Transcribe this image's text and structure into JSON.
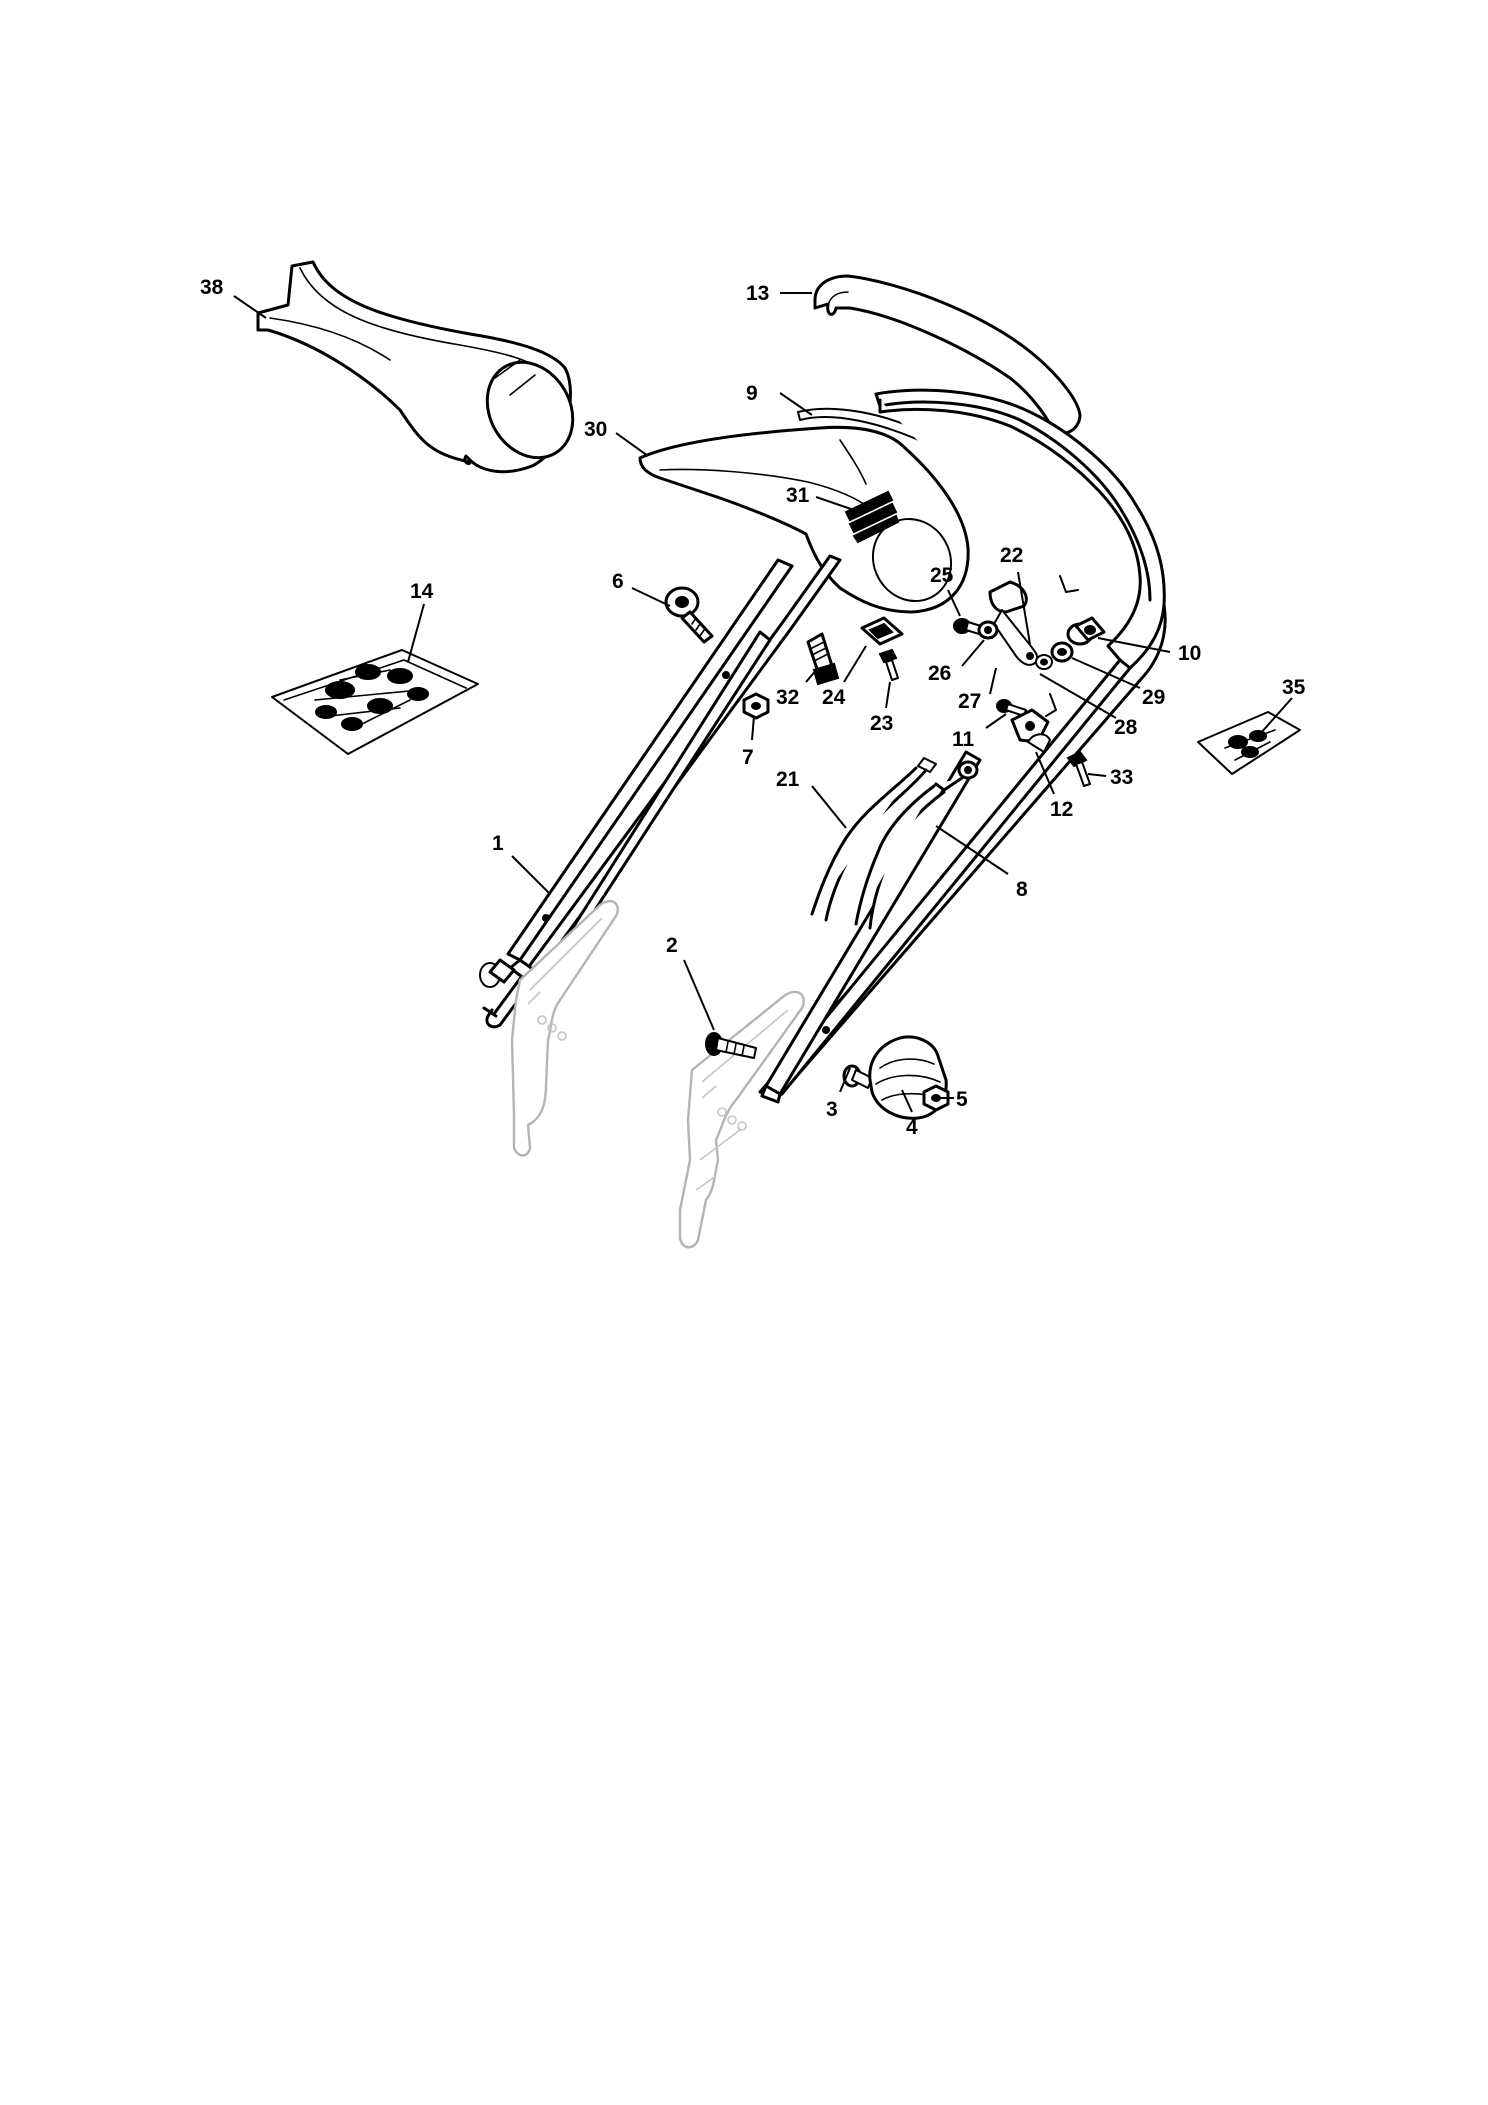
{
  "callouts": [
    {
      "id": "p1",
      "label": "1"
    },
    {
      "id": "p2",
      "label": "2"
    },
    {
      "id": "p3",
      "label": "3"
    },
    {
      "id": "p4",
      "label": "4"
    },
    {
      "id": "p5",
      "label": "5"
    },
    {
      "id": "p6",
      "label": "6"
    },
    {
      "id": "p7",
      "label": "7"
    },
    {
      "id": "p8",
      "label": "8"
    },
    {
      "id": "p9",
      "label": "9"
    },
    {
      "id": "p10",
      "label": "10"
    },
    {
      "id": "p11",
      "label": "11"
    },
    {
      "id": "p12",
      "label": "12"
    },
    {
      "id": "p13",
      "label": "13"
    },
    {
      "id": "p14",
      "label": "14"
    },
    {
      "id": "p21",
      "label": "21"
    },
    {
      "id": "p22",
      "label": "22"
    },
    {
      "id": "p23",
      "label": "23"
    },
    {
      "id": "p24",
      "label": "24"
    },
    {
      "id": "p25",
      "label": "25"
    },
    {
      "id": "p26",
      "label": "26"
    },
    {
      "id": "p27",
      "label": "27"
    },
    {
      "id": "p28",
      "label": "28"
    },
    {
      "id": "p29",
      "label": "29"
    },
    {
      "id": "p30",
      "label": "30"
    },
    {
      "id": "p31",
      "label": "31"
    },
    {
      "id": "p32",
      "label": "32"
    },
    {
      "id": "p33",
      "label": "33"
    },
    {
      "id": "p35",
      "label": "35"
    },
    {
      "id": "p38",
      "label": "38"
    }
  ]
}
